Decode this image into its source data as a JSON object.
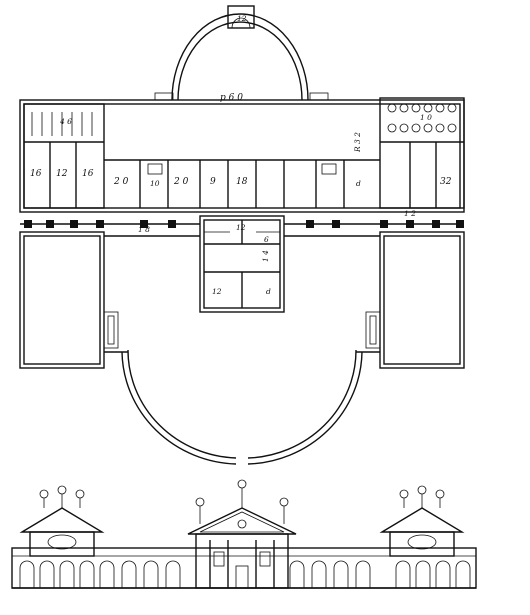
{
  "plan": {
    "labels": {
      "apse": "12",
      "court_top": "p 6 0",
      "col_upper_right": "1 0",
      "dim_mid": "R 3 2",
      "left_hall": "4 6",
      "left_room_a": "16",
      "left_room_b": "12",
      "left_room_c": "16",
      "room_20a": "2 0",
      "room_10": "10",
      "room_20b": "2 0",
      "room_9": "9",
      "room_18": "18",
      "room_d": "d",
      "right_room": "32",
      "corridor_right": "1 2",
      "corridor_left": "1 8",
      "center_12": "12",
      "center_6": "6",
      "center_14": "1 4",
      "center_12b": "12",
      "center_d": "d"
    }
  },
  "elevation": {
    "description_none": ""
  }
}
